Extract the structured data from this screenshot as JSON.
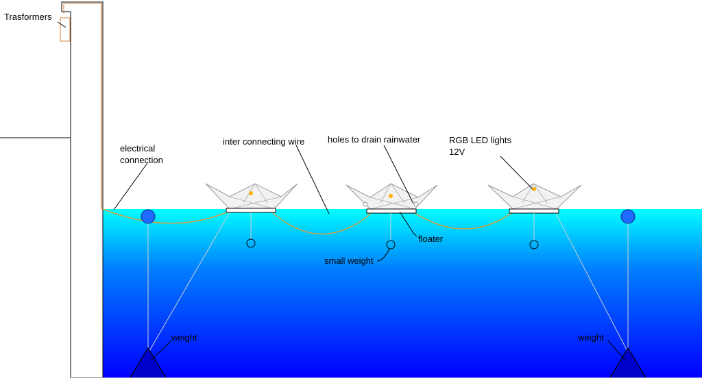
{
  "labels": {
    "transformers": "Trasformers",
    "electrical_connection_line1": "electrical",
    "electrical_connection_line2": "connection",
    "inter_connecting_wire": "inter connecting wire",
    "holes_to_drain": "holes to drain rainwater",
    "rgb_led_line1": "RGB LED lights",
    "rgb_led_line2": "12V",
    "floater": "floater",
    "small_weight": "small weight",
    "weight_left": "weight",
    "weight_right": "weight"
  },
  "colors": {
    "water_top": "#00ffff",
    "water_bottom": "#0000ff",
    "buoy": "#1e6cff",
    "wire": "#d9a040",
    "transformer_outline": "#d9823a",
    "boat_fill": "#f2f2f2",
    "boat_stroke": "#999999",
    "led": "#ffb000",
    "line": "#000000"
  },
  "icons": {
    "boat": "paper-boat-icon",
    "buoy": "buoy-icon",
    "small_weight": "small-weight-icon",
    "anchor_weight": "anchor-weight-icon",
    "led": "led-light-icon"
  }
}
